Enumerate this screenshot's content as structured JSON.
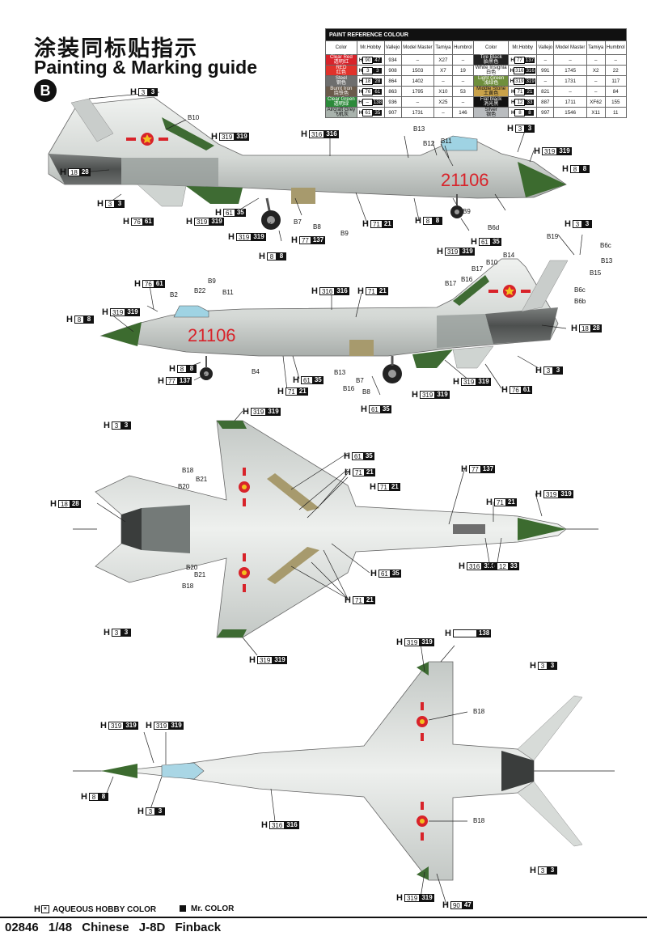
{
  "header": {
    "title_cn": "涂装同标贴指示",
    "title_en": "Painting & Marking guide",
    "variant_badge": "B"
  },
  "paint_table": {
    "title": "PAINT REFERENCE COLOUR",
    "columns": [
      "Color",
      "Mr.Hobby",
      "Vallejo",
      "Model Master",
      "Tamiya",
      "Humbrol",
      "Color",
      "Mr.Hobby",
      "Vallejo",
      "Model Master",
      "Tamiya",
      "Humbrol"
    ],
    "rows": [
      {
        "l_name": "Clear Red",
        "l_cn": "透明红",
        "l_color": "#d8232a",
        "l_h": "H",
        "l_w": "90",
        "l_b": "47",
        "l_v": "934",
        "l_mm": "–",
        "l_t": "X27",
        "l_hu": "–",
        "r_name": "Tire Black",
        "r_cn": "胎黑色",
        "r_color": "#222222",
        "r_h": "H",
        "r_w": "77",
        "r_b": "137",
        "r_v": "–",
        "r_mm": "–",
        "r_t": "–",
        "r_hu": "–"
      },
      {
        "l_name": "RED",
        "l_cn": "红色",
        "l_color": "#e0322b",
        "l_h": "H",
        "l_w": "3",
        "l_b": "3",
        "l_v": "908",
        "l_mm": "1503",
        "l_t": "X7",
        "l_hu": "19",
        "r_name": "White Insignia",
        "r_cn": "白色",
        "r_color": "#ffffff",
        "r_h": "H",
        "r_w": "316",
        "r_b": "316",
        "r_v": "991",
        "r_mm": "1745",
        "r_t": "X2",
        "r_hu": "22"
      },
      {
        "l_name": "Steel",
        "l_cn": "钢色",
        "l_color": "#6e6e6e",
        "l_h": "H",
        "l_w": "18",
        "l_b": "28",
        "l_v": "864",
        "l_mm": "1402",
        "l_t": "–",
        "l_hu": "–",
        "r_name": "Light Green",
        "r_cn": "浅绿色",
        "r_color": "#6f8f3c",
        "r_h": "H",
        "r_w": "319",
        "r_b": "319",
        "r_v": "–",
        "r_mm": "1731",
        "r_t": "–",
        "r_hu": "117"
      },
      {
        "l_name": "Burnt Iron",
        "l_cn": "烧铁色",
        "l_color": "#6a5a4a",
        "l_h": "H",
        "l_w": "76",
        "l_b": "61",
        "l_v": "863",
        "l_mm": "1795",
        "l_t": "X10",
        "l_hu": "53",
        "r_name": "Middle Stone",
        "r_cn": "土黄色",
        "r_color": "#c9a24a",
        "r_h": "H",
        "r_w": "71",
        "r_b": "21",
        "r_v": "821",
        "r_mm": "–",
        "r_t": "–",
        "r_hu": "84"
      },
      {
        "l_name": "Clear Green",
        "l_cn": "透明绿",
        "l_color": "#2c8a3a",
        "l_h": "H",
        "l_w": "–",
        "l_b": "138",
        "l_v": "936",
        "l_mm": "–",
        "l_t": "X25",
        "l_hu": "–",
        "r_name": "Flat black",
        "r_cn": "消光黑",
        "r_color": "#111111",
        "r_h": "H",
        "r_w": "12",
        "r_b": "33",
        "r_v": "887",
        "r_mm": "1711",
        "r_t": "XF62",
        "r_hu": "155"
      },
      {
        "l_name": "Aircraft Grey",
        "l_cn": "飞机灰",
        "l_color": "#a9b3ad",
        "l_h": "H",
        "l_w": "61",
        "l_b": "35",
        "l_v": "907",
        "l_mm": "1731",
        "l_t": "–",
        "l_hu": "146",
        "r_name": "Silver",
        "r_cn": "银色",
        "r_color": "#b9bcbf",
        "r_h": "H",
        "r_w": "8",
        "r_b": "8",
        "r_v": "997",
        "r_mm": "1546",
        "r_t": "X11",
        "r_hu": "11"
      }
    ]
  },
  "aircraft": {
    "serial": "21106"
  },
  "callouts": [
    {
      "id": "c1",
      "h": "H",
      "w": "3",
      "b": "3"
    },
    {
      "id": "c2",
      "h": "H",
      "w": "18",
      "b": "28"
    },
    {
      "id": "c3",
      "h": "H",
      "w": "3",
      "b": "3"
    },
    {
      "id": "c4",
      "h": "H",
      "w": "76",
      "b": "61"
    },
    {
      "id": "c5",
      "h": "H",
      "w": "319",
      "b": "319"
    },
    {
      "id": "c6",
      "h": "H",
      "w": "61",
      "b": "35"
    },
    {
      "id": "c7",
      "h": "H",
      "w": "319",
      "b": "319"
    },
    {
      "id": "c8",
      "h": "H",
      "w": "8",
      "b": "8"
    },
    {
      "id": "c9",
      "h": "H",
      "w": "77",
      "b": "137"
    },
    {
      "id": "c10",
      "h": "H",
      "w": "319",
      "b": "319"
    },
    {
      "id": "c11",
      "h": "H",
      "w": "316",
      "b": "316"
    },
    {
      "id": "c12",
      "h": "H",
      "w": "71",
      "b": "21"
    },
    {
      "id": "c13",
      "h": "H",
      "w": "8",
      "b": "8"
    },
    {
      "id": "c14",
      "h": "H",
      "w": "61",
      "b": "35"
    },
    {
      "id": "c15",
      "h": "H",
      "w": "319",
      "b": "319"
    },
    {
      "id": "c16",
      "h": "H",
      "w": "3",
      "b": "3"
    },
    {
      "id": "c17",
      "h": "H",
      "w": "319",
      "b": "319"
    },
    {
      "id": "c18",
      "h": "H",
      "w": "8",
      "b": "8"
    },
    {
      "id": "c19",
      "h": "H",
      "w": "3",
      "b": "3"
    },
    {
      "id": "c20",
      "h": "H",
      "w": "76",
      "b": "61"
    },
    {
      "id": "c21",
      "h": "H",
      "w": "319",
      "b": "319"
    },
    {
      "id": "c22",
      "h": "H",
      "w": "8",
      "b": "8"
    },
    {
      "id": "c23",
      "h": "H",
      "w": "316",
      "b": "316"
    },
    {
      "id": "c24",
      "h": "H",
      "w": "71",
      "b": "21"
    },
    {
      "id": "c25",
      "h": "H",
      "w": "18",
      "b": "28"
    },
    {
      "id": "c26",
      "h": "H",
      "w": "8",
      "b": "8"
    },
    {
      "id": "c27",
      "h": "H",
      "w": "77",
      "b": "137"
    },
    {
      "id": "c28",
      "h": "H",
      "w": "71",
      "b": "21"
    },
    {
      "id": "c29",
      "h": "H",
      "w": "61",
      "b": "35"
    },
    {
      "id": "c30",
      "h": "H",
      "w": "61",
      "b": "35"
    },
    {
      "id": "c31",
      "h": "H",
      "w": "319",
      "b": "319"
    },
    {
      "id": "c32",
      "h": "H",
      "w": "319",
      "b": "319"
    },
    {
      "id": "c33",
      "h": "H",
      "w": "3",
      "b": "3"
    },
    {
      "id": "c34",
      "h": "H",
      "w": "76",
      "b": "61"
    },
    {
      "id": "c35",
      "h": "H",
      "w": "3",
      "b": "3"
    },
    {
      "id": "c36",
      "h": "H",
      "w": "319",
      "b": "319"
    },
    {
      "id": "c37",
      "h": "H",
      "w": "61",
      "b": "35"
    },
    {
      "id": "c38",
      "h": "H",
      "w": "71",
      "b": "21"
    },
    {
      "id": "c39",
      "h": "H",
      "w": "71",
      "b": "21"
    },
    {
      "id": "c40",
      "h": "H",
      "w": "77",
      "b": "137"
    },
    {
      "id": "c41",
      "h": "H",
      "w": "71",
      "b": "21"
    },
    {
      "id": "c42",
      "h": "H",
      "w": "319",
      "b": "319"
    },
    {
      "id": "c43",
      "h": "H",
      "w": "18",
      "b": "28"
    },
    {
      "id": "c44",
      "h": "H",
      "w": "316",
      "b": "316"
    },
    {
      "id": "c45",
      "h": "H",
      "w": "12",
      "b": "33"
    },
    {
      "id": "c46",
      "h": "H",
      "w": "61",
      "b": "35"
    },
    {
      "id": "c47",
      "h": "H",
      "w": "71",
      "b": "21"
    },
    {
      "id": "c48",
      "h": "H",
      "w": "3",
      "b": "3"
    },
    {
      "id": "c49",
      "h": "H",
      "w": "319",
      "b": "319"
    },
    {
      "id": "c50",
      "h": "H",
      "w": "319",
      "b": "319"
    },
    {
      "id": "c51",
      "h": "H",
      "w": "",
      "b": "138"
    },
    {
      "id": "c52",
      "h": "H",
      "w": "3",
      "b": "3"
    },
    {
      "id": "c53",
      "h": "H",
      "w": "319",
      "b": "319"
    },
    {
      "id": "c54",
      "h": "H",
      "w": "319",
      "b": "319"
    },
    {
      "id": "c55",
      "h": "H",
      "w": "8",
      "b": "8"
    },
    {
      "id": "c56",
      "h": "H",
      "w": "3",
      "b": "3"
    },
    {
      "id": "c57",
      "h": "H",
      "w": "316",
      "b": "316"
    },
    {
      "id": "c58",
      "h": "H",
      "w": "3",
      "b": "3"
    },
    {
      "id": "c59",
      "h": "H",
      "w": "319",
      "b": "319"
    },
    {
      "id": "c60",
      "h": "H",
      "w": "90",
      "b": "47"
    }
  ],
  "labels": {
    "b10a": "B10",
    "b13a": "B13",
    "b12a": "B12",
    "b11a": "B11",
    "b7a": "B7",
    "b8a": "B8",
    "b9a": "B9",
    "b9b": "B9",
    "b6da": "B6d",
    "b19": "B19",
    "b6ca": "B6c",
    "b13b": "B13",
    "b15": "B15",
    "b14": "B14",
    "b10b": "B10",
    "b17a": "B17",
    "b17b": "B17",
    "b16a": "B16",
    "b6c2": "B6c",
    "b6b": "B6b",
    "b9c": "B9",
    "b22": "B22",
    "b2": "B2",
    "b11b": "B11",
    "b4": "B4",
    "b13c": "B13",
    "b16b": "B16",
    "b7b": "B7",
    "b8b": "B8",
    "b18a": "B18",
    "b21a": "B21",
    "b20a": "B20",
    "b20b": "B20",
    "b21b": "B21",
    "b18b": "B18",
    "b18c": "B18",
    "b18d": "B18"
  },
  "legend": {
    "aqueous": "AQUEOUS HOBBY COLOR",
    "mr": "Mr. COLOR"
  },
  "footer": {
    "code": "02846",
    "scale": "1/48",
    "name": "Chinese J-8D Finback"
  }
}
